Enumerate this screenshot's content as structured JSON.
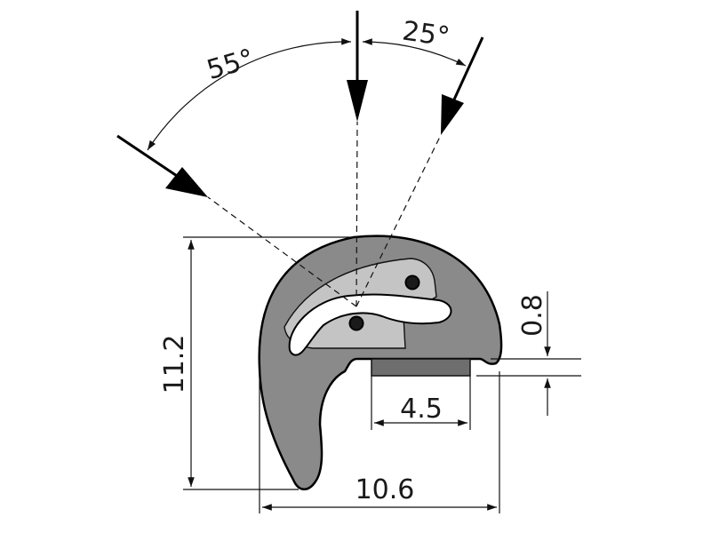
{
  "angles": {
    "left": "55°",
    "right": "25°"
  },
  "dimensions": {
    "height": "11.2",
    "width": "10.6",
    "tape_width": "4.5",
    "tape_thickness": "0.8"
  },
  "colors": {
    "profile_fill": "#8a8a8a",
    "inner_fill": "#c4c4c4",
    "tape_fill": "#6e6e6e",
    "line": "#111111"
  }
}
